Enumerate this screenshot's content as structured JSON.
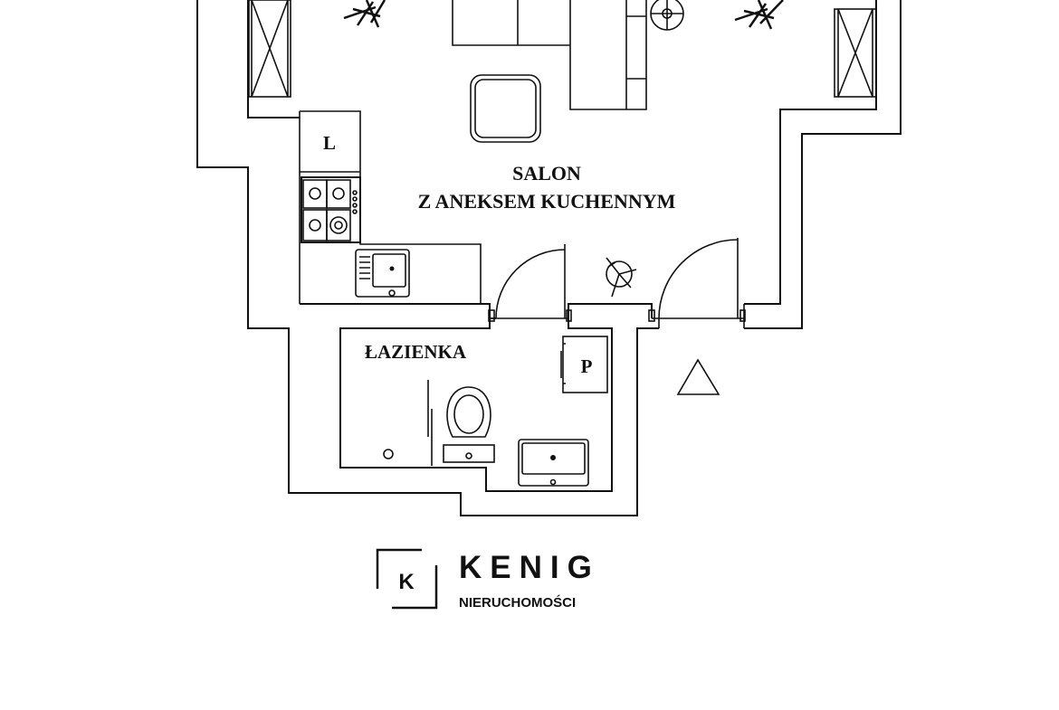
{
  "rooms": {
    "salon_line1": "SALON",
    "salon_line2": "Z ANEKSEM KUCHENNYM",
    "bathroom": "ŁAZIENKA"
  },
  "fixtures": {
    "fridge_label": "L",
    "boiler_label": "P"
  },
  "logo": {
    "mark_letter": "K",
    "name": "KENIG",
    "subtitle": "NIERUCHOMOŚCI"
  },
  "colors": {
    "line": "#111111",
    "background": "#ffffff"
  }
}
